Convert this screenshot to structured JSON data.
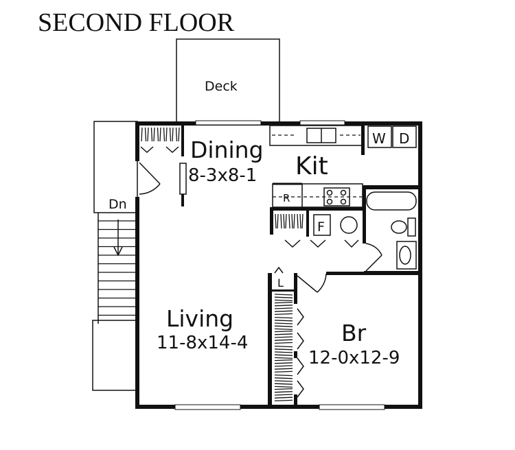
{
  "title": "SECOND FLOOR",
  "rooms": {
    "deck": {
      "label": "Deck"
    },
    "dining": {
      "label": "Dining",
      "size": "8-3x8-1"
    },
    "kitchen": {
      "label": "Kit"
    },
    "living": {
      "label": "Living",
      "size": "11-8x14-4"
    },
    "bedroom": {
      "label": "Br",
      "size": "12-0x12-9"
    }
  },
  "fixtures": {
    "washer": "W",
    "dryer": "D",
    "refrigerator": "R",
    "furnace": "F",
    "linen": "L",
    "stairs": "Dn"
  }
}
